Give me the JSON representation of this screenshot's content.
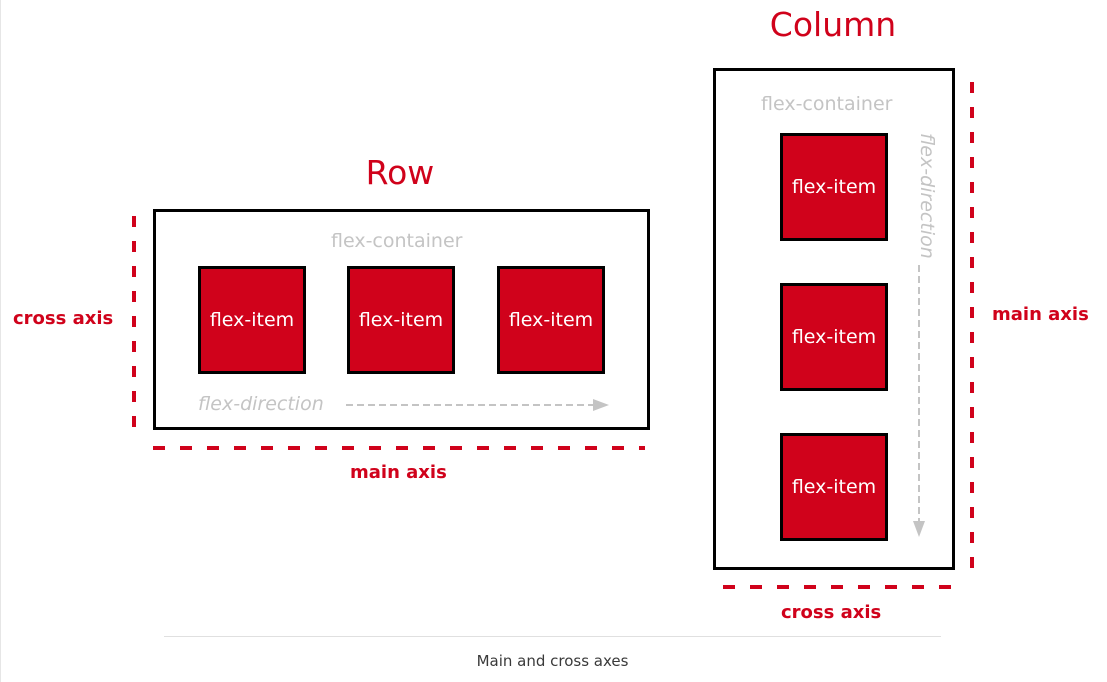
{
  "row": {
    "title": "Row",
    "container_label": "flex-container",
    "items": [
      "flex-item",
      "flex-item",
      "flex-item"
    ],
    "direction_label": "flex-direction",
    "main_axis_label": "main axis",
    "cross_axis_label": "cross axis"
  },
  "column": {
    "title": "Column",
    "container_label": "flex-container",
    "items": [
      "flex-item",
      "flex-item",
      "flex-item"
    ],
    "direction_label": "flex-direction",
    "main_axis_label": "main axis",
    "cross_axis_label": "cross axis"
  },
  "caption": "Main and cross axes",
  "colors": {
    "accent": "#d0021b",
    "container_border": "#000000",
    "muted_text": "#c4c4c4",
    "caption_text": "#3a3a3a"
  }
}
